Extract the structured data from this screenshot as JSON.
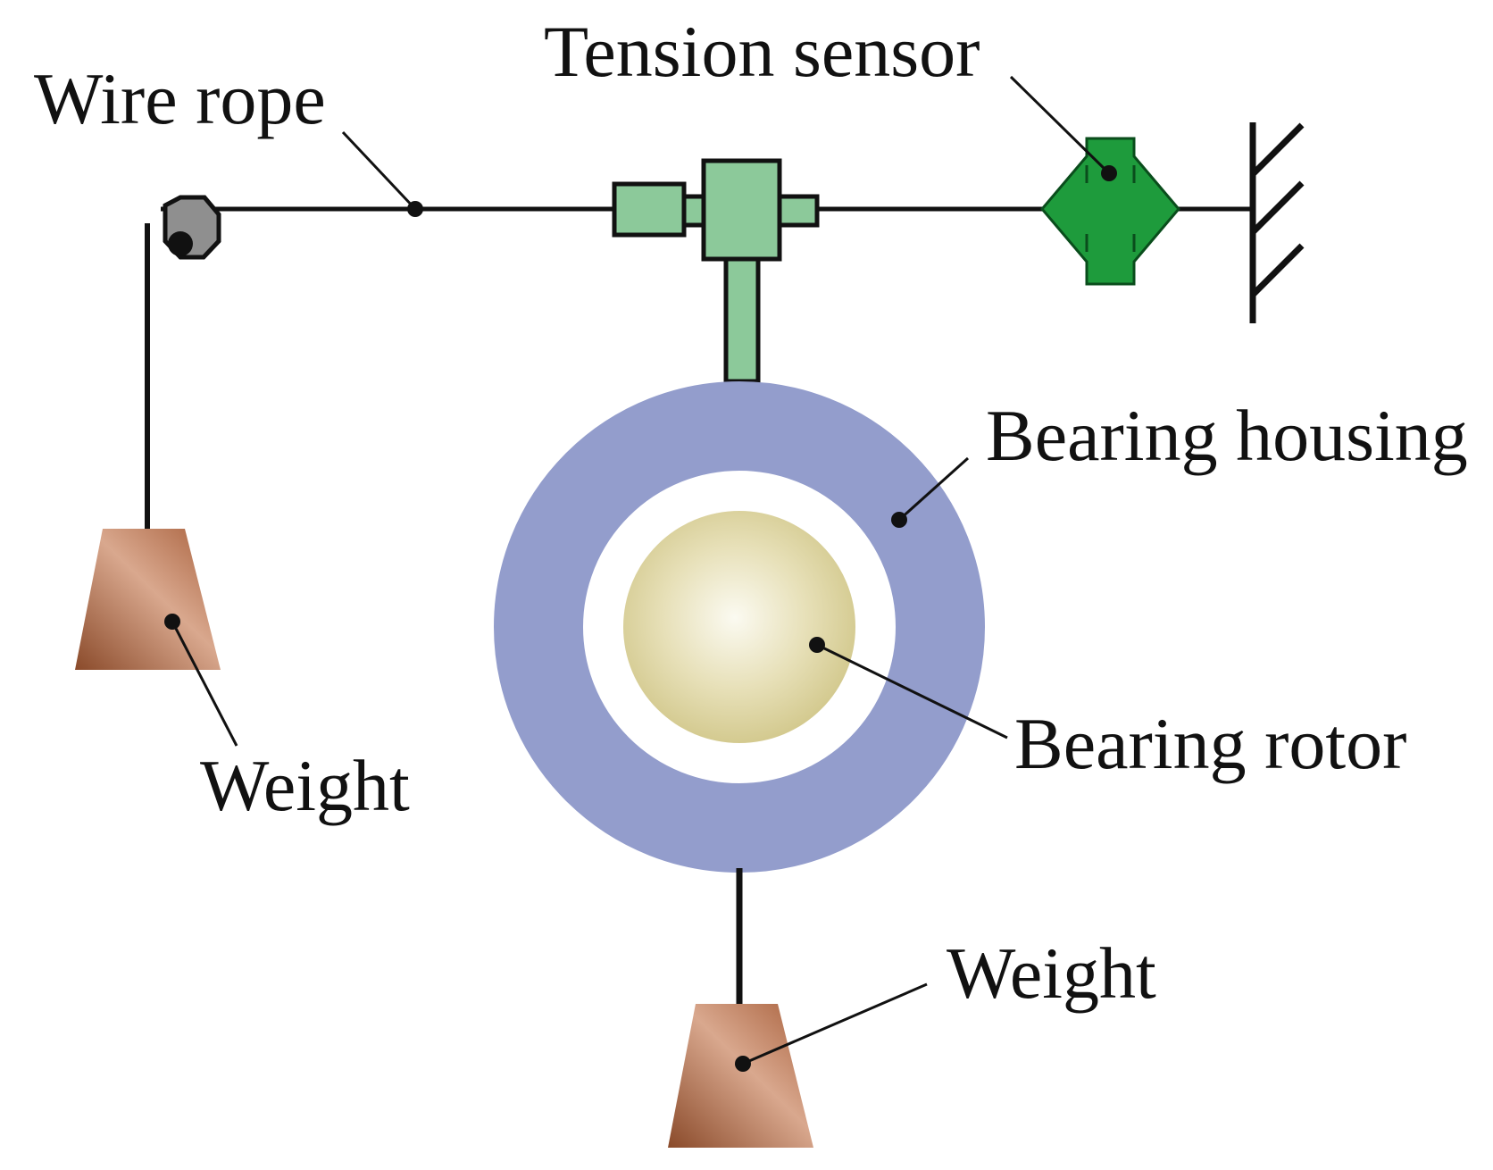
{
  "labels": {
    "tension_sensor": "Tension sensor",
    "wire_rope": "Wire rope",
    "bearing_housing": "Bearing housing",
    "bearing_rotor": "Bearing rotor",
    "weight_left": "Weight",
    "weight_bottom": "Weight"
  },
  "colors": {
    "line": "#111111",
    "connector_fill": "#8cc99a",
    "sensor_fill": "#1e9b3c",
    "housing_fill": "#939dcc",
    "rotor_center": "#fbfaf1",
    "rotor_edge": "#d2c88c",
    "weight_light": "#cf9a80",
    "weight_dark": "#8a4a2a",
    "pulley_fill": "#8f8f8f"
  },
  "icons": {
    "pulley": "pulley-icon",
    "ground": "ground-hatch-icon"
  }
}
